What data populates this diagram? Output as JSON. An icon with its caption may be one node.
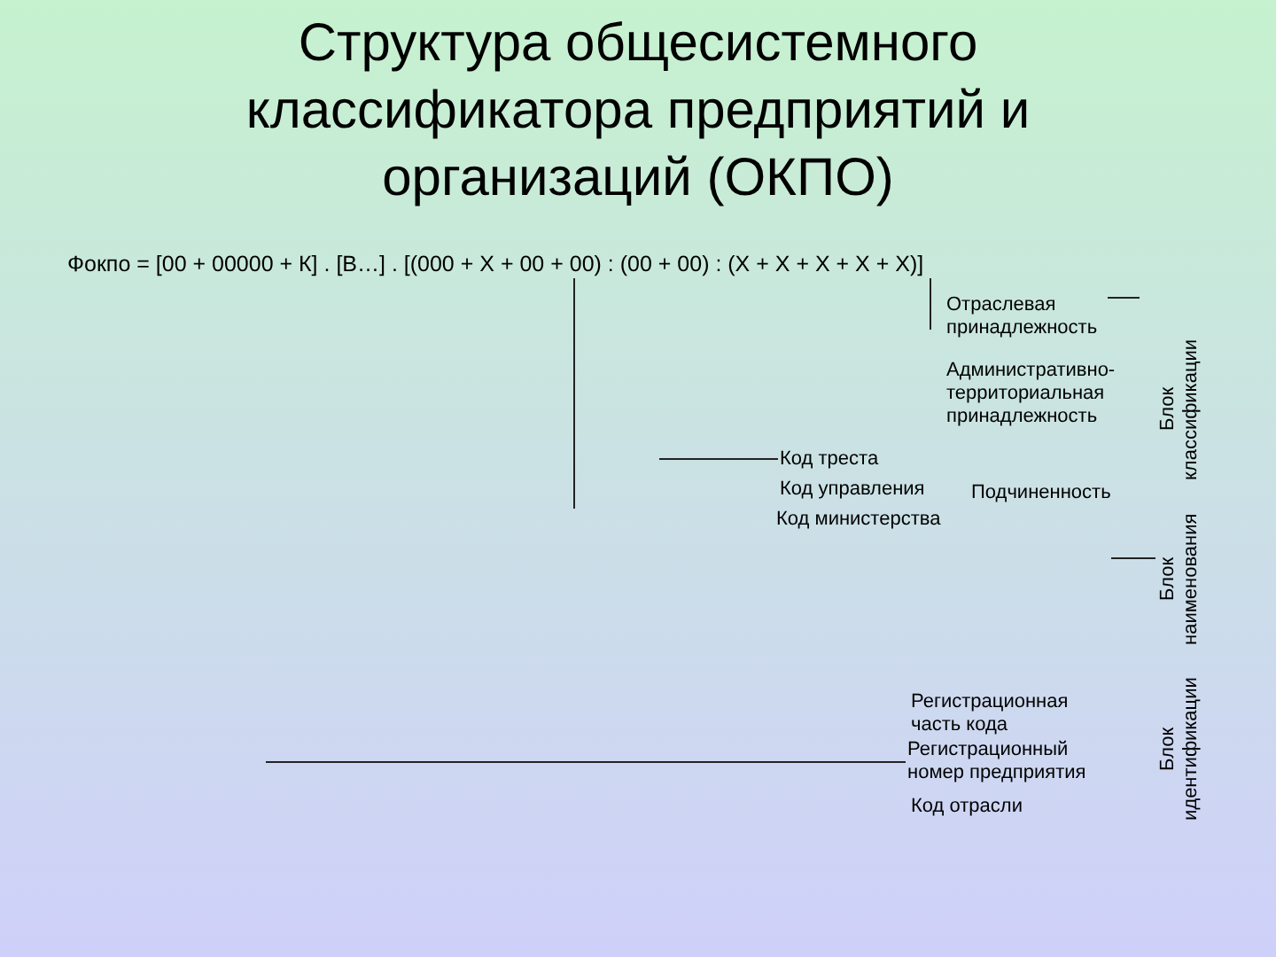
{
  "diagram": {
    "title": "Структура общесистемного классификатора предприятий и организаций (ОКПО)",
    "nodes": [
      {
        "text": [
          "Фокпо = [00 + 00000 + К] . [В…] . [(000 + Х + 00 + 00) : (00 + 00) : (Х + Х + Х + Х + Х)]"
        ]
      },
      {
        "text": [
          "Отраслевая принадлежность"
        ]
      },
      {
        "text": [
          "Код треста"
        ]
      },
      {
        "text": [
          "Блок наименования"
        ]
      },
      {
        "text": [
          "Регистрационный номер предприятия"
        ]
      }
    ],
    "edges": [
      {
        "from": 0,
        "to": null,
        "arrow": "none"
      },
      {
        "from": 0,
        "to": 1,
        "arrow": "none"
      },
      {
        "from": 1,
        "to": null,
        "arrow": "none"
      },
      {
        "from": null,
        "to": 2,
        "arrow": "none"
      },
      {
        "from": null,
        "to": 3,
        "arrow": "none"
      },
      {
        "from": null,
        "to": 4,
        "arrow": "none"
      }
    ],
    "labels": [
      "Административно-территориальная принадлежность",
      "Блок классификации",
      "Код управления",
      "Подчиненность",
      "Код министерства",
      "Регистрационная часть кода",
      "Блок идентификации",
      "Код отрасли"
    ]
  }
}
